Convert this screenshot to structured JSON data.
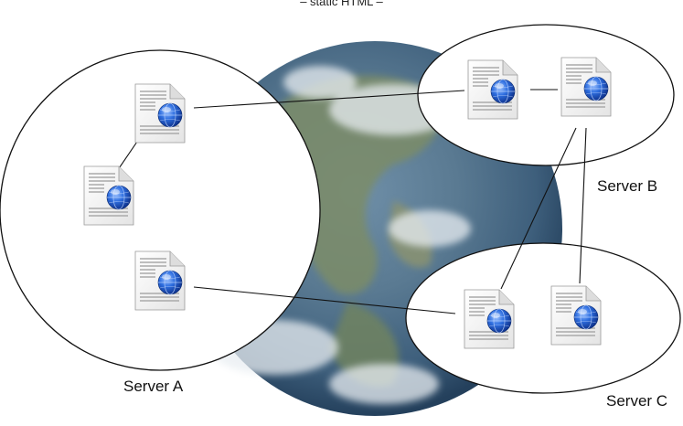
{
  "caption": "– static HTML –",
  "servers": [
    {
      "id": "a",
      "label": "Server A"
    },
    {
      "id": "b",
      "label": "Server B"
    },
    {
      "id": "c",
      "label": "Server C"
    }
  ],
  "documents": [
    {
      "id": "a1",
      "server": "a"
    },
    {
      "id": "a2",
      "server": "a"
    },
    {
      "id": "a3",
      "server": "a"
    },
    {
      "id": "b1",
      "server": "b"
    },
    {
      "id": "b2",
      "server": "b"
    },
    {
      "id": "c1",
      "server": "c"
    },
    {
      "id": "c2",
      "server": "c"
    }
  ],
  "links": [
    [
      "a1",
      "a2"
    ],
    [
      "a1",
      "b1"
    ],
    [
      "b1",
      "b2"
    ],
    [
      "b2",
      "c1"
    ],
    [
      "b2",
      "c2"
    ],
    [
      "a3",
      "c1"
    ]
  ],
  "icons": {
    "document": "html-document-icon",
    "globe": "globe-icon",
    "earth": "earth-globe-image"
  }
}
